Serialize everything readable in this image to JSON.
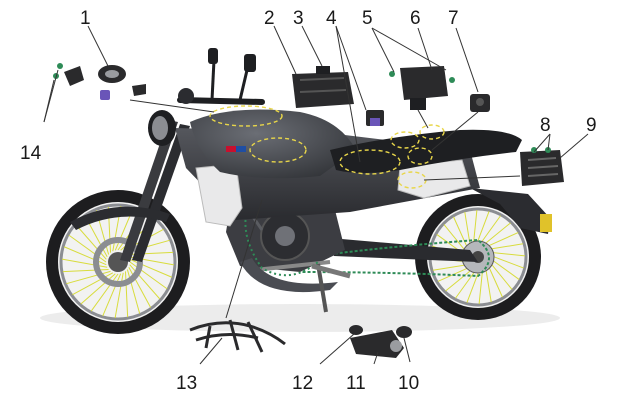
{
  "callouts": [
    "1",
    "2",
    "3",
    "4",
    "5",
    "6",
    "7",
    "8",
    "9",
    "10",
    "11",
    "12",
    "13",
    "14"
  ],
  "colors": {
    "body": "#4a4c52",
    "body_dark": "#2b2c30",
    "frame": "#1e1f22",
    "panel": "#e9e9ea",
    "tank_highlight": "#6b6e75",
    "wheel": "#1d1d1f",
    "rim": "#8b8d92",
    "spoke": "#d8dc3c",
    "highlight_ellipse": "#e8d64a",
    "leader": "#333333",
    "connector": "#2e8b57",
    "emblem_red": "#c8102e",
    "emblem_blue": "#1f4ea3",
    "part_gray": "#2a2a2c",
    "part_purple": "#6a55b8"
  }
}
